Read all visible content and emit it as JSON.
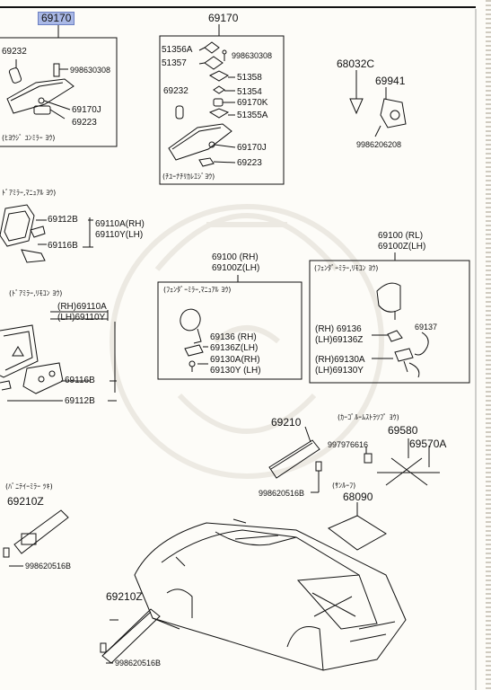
{
  "labels": {
    "top_left_part_no": "69170",
    "top_center_part_no": "69170",
    "l_69232": "69232",
    "l_998630308_a": "998630308",
    "l_69170J_a": "69170J",
    "l_69223_a": "69223",
    "cap_top_left": "(ﾋﾖｳｼﾞ ﾕﾝﾐﾗｰ ﾖｳ)",
    "l_51356A": "51356A",
    "l_51357": "51357",
    "l_998630308_b": "998630308",
    "l_51358": "51358",
    "l_69232_b": "69232",
    "l_51354": "51354",
    "l_69170K": "69170K",
    "l_51355A": "51355A",
    "l_69170J_b": "69170J",
    "l_69223_b": "69223",
    "cap_top_center": "(ﾁﾕｰﾅﾁﾘｶﾚｴｼﾞﾖｳ)",
    "l_68032C": "68032C",
    "l_69941": "69941",
    "l_9986206208": "9986206208",
    "cap_door_manual": "ﾄﾞｱﾐﾗｰ,ﾏﾆｭｱﾙ ﾖｳ)",
    "l_69112B_a": "69112B",
    "l_69110A_RH": "69110A(RH)",
    "l_69110Y_LH": "69110Y(LH)",
    "l_69116B_a": "69116B",
    "cap_door_remote": "(ﾄﾞｱﾐﾗｰ,ﾘﾓｺﾝ ﾖｳ)",
    "l_RH69110A": "(RH)69110A",
    "l_LH69110Y": "(LH)69110Y",
    "l_69116B_b": "69116B",
    "l_69112B_b": "69112B",
    "l_69100_RH": "69100 (RH)",
    "l_69100Z_LH": "69100Z(LH)",
    "cap_fender_manual": "(ﾌｪﾝﾀﾞｰﾐﾗｰ,ﾏﾆｭｱﾙ ﾖｳ)",
    "l_69136_RH": "69136 (RH)",
    "l_69136Z_LH": "69136Z(LH)",
    "l_69130A_RH": "69130A(RH)",
    "l_69130Y_LH": "69130Y (LH)",
    "l_69100_RL": "69100 (RL)",
    "l_69100Z_LH_b": "69100Z(LH)",
    "cap_fender_remote": "(ﾌｪﾝﾀﾞｰﾐﾗｰ,ﾘﾓｺﾝ ﾖｳ)",
    "l_RH_69136": "(RH) 69136",
    "l_LH_69136Z": "(LH)69136Z",
    "l_69137": "69137",
    "l_RH_69130A": "(RH)69130A",
    "l_LH_69130Y": "(LH)69130Y",
    "l_69210": "69210",
    "l_998620516B_a": "998620516B",
    "cap_cargo": "(ｶｰｺﾞﾙｰﾑｽﾄﾗﾂﾌﾟ ﾖｳ)",
    "l_69580": "69580",
    "l_997976616": "997976616",
    "l_69570A": "69570A",
    "cap_sunroof": "(ｻﾝﾙｰﾌ)",
    "l_68090": "68090",
    "cap_vanity": "(ﾊﾞﾆﾃｲｰﾐﾗｰ ﾂｷ)",
    "l_69210Z_a": "69210Z",
    "l_998620516B_b": "998620516B",
    "l_69210Z_b": "69210Z",
    "l_998620516B_c": "998620516B"
  }
}
